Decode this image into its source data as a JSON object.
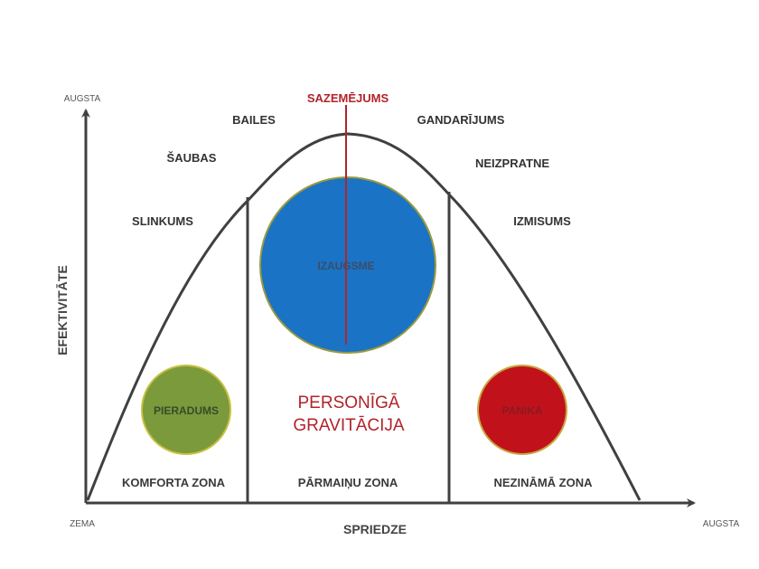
{
  "axes": {
    "y_title": "EFEKTIVITĀTE",
    "y_top": "AUGSTA",
    "x_title": "SPRIEDZE",
    "x_right": "AUGSTA",
    "origin": "ZEMA"
  },
  "curve_labels": {
    "peak": "SAZEMĒJUMS",
    "bailes": "BAILES",
    "gandarijums": "GANDARĪJUMS",
    "saubas": "ŠAUBAS",
    "neizpratne": "NEIZPRATNE",
    "slinkums": "SLINKUMS",
    "izmisums": "IZMISUMS"
  },
  "circles": {
    "growth": "IZAUGSME",
    "habit": "PIERADUMS",
    "panic": "PANIKA"
  },
  "center_title": {
    "line1": "PERSONĪGĀ",
    "line2": "GRAVITĀCIJA"
  },
  "zones": {
    "comfort": "KOMFORTA ZONA",
    "change": "PĀRMAIŅU ZONA",
    "unknown": "NEZINĀMĀ ZONA"
  },
  "colors": {
    "growth": "#1a73c4",
    "habit": "#7a9a3c",
    "panic": "#c1121c",
    "peak_line": "#b2232a",
    "lines": "#404040"
  }
}
